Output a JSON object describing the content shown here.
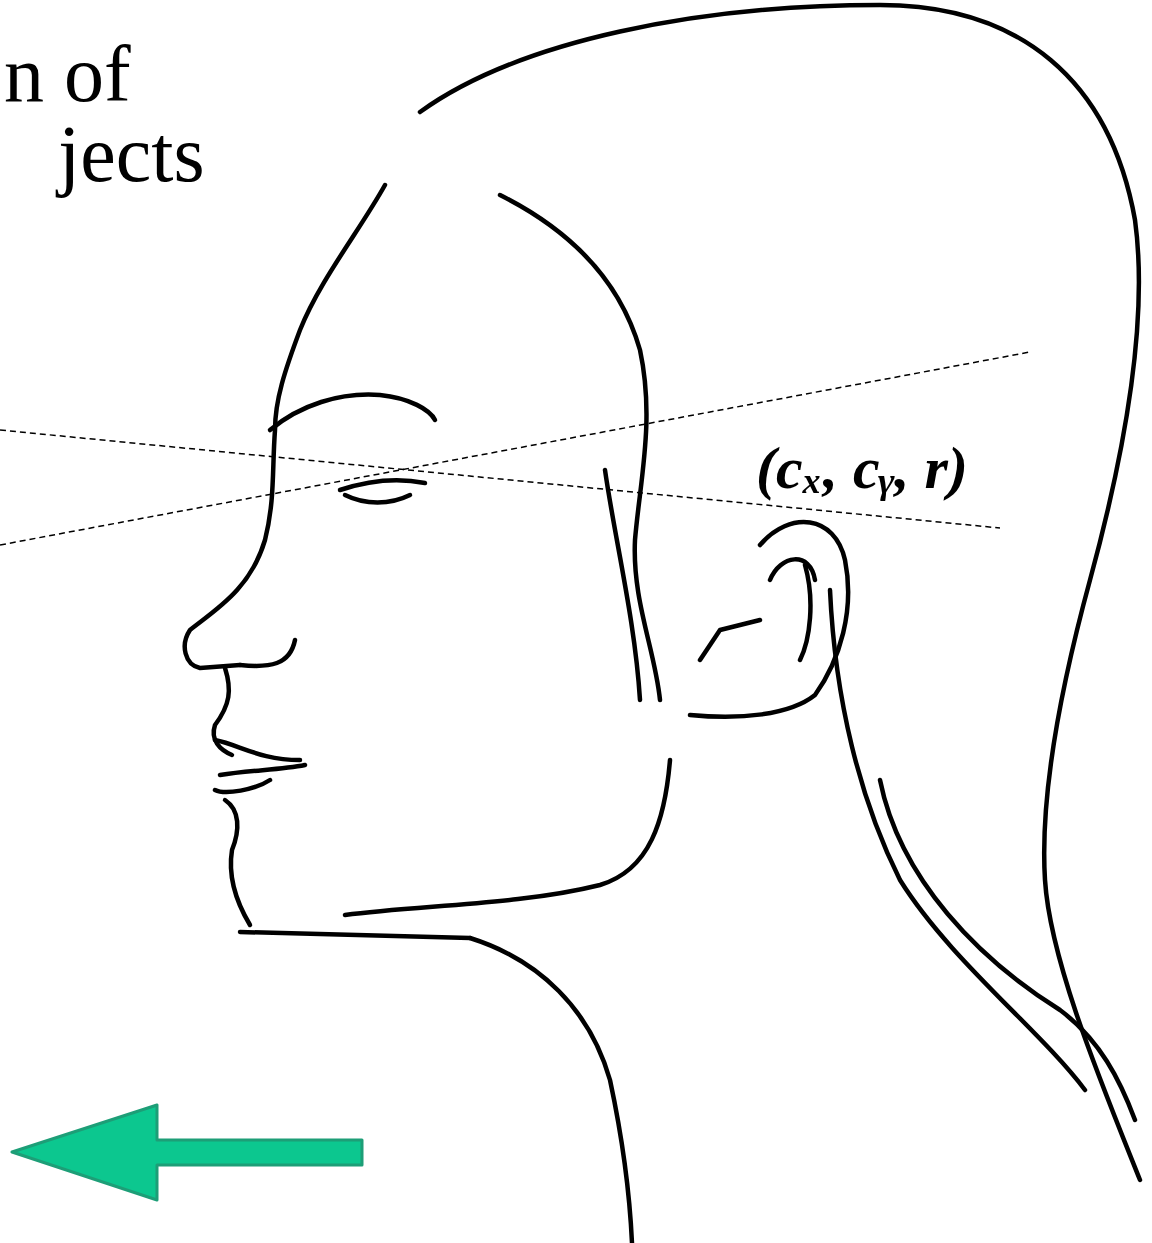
{
  "diagram": {
    "labels": [
      "n of",
      "jects",
      "(cₓ, cᵧ, r)"
    ]
  }
}
